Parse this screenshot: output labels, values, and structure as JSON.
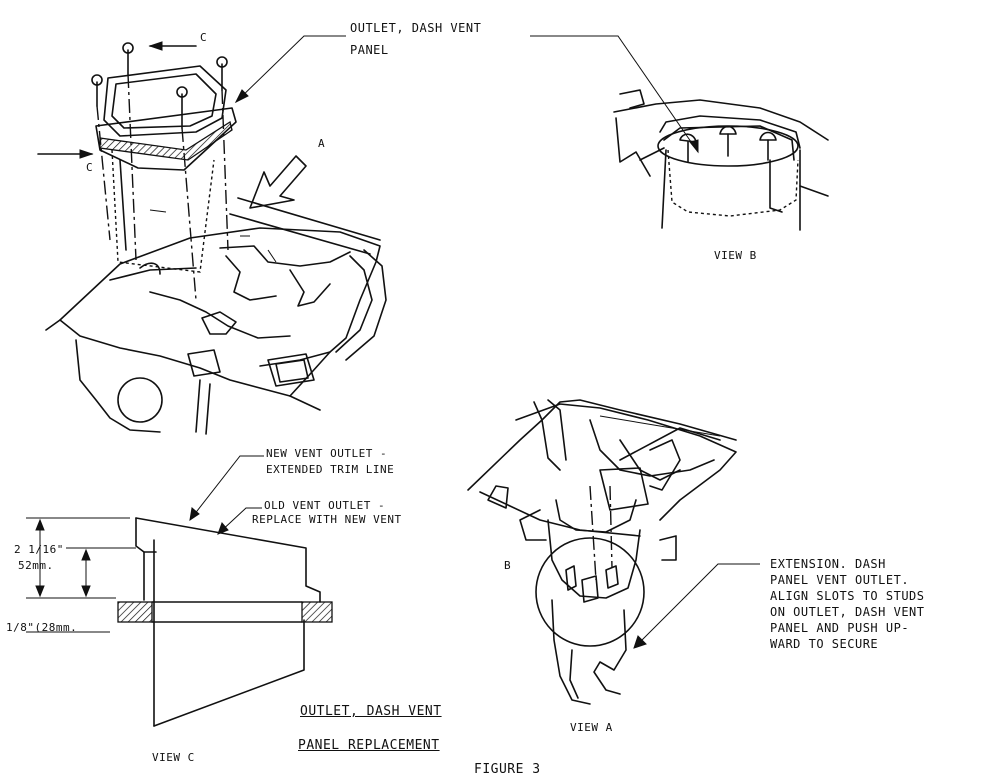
{
  "labels": {
    "outlet_panel_line1": "OUTLET, DASH VENT",
    "outlet_panel_line2": "PANEL",
    "callout_c_top": "C",
    "callout_c_left": "C",
    "callout_a": "A",
    "callout_b": "B",
    "view_b": "VIEW B",
    "view_a": "VIEW A",
    "view_c": "VIEW C",
    "new_vent_line1": "NEW VENT OUTLET -",
    "new_vent_line2": "EXTENDED TRIM LINE",
    "old_vent_line1": "OLD VENT OUTLET -",
    "old_vent_line2": "REPLACE WITH NEW VENT",
    "dim_height_line1": "2 1/16\"",
    "dim_height_line2": "52mm.",
    "dim_lower": "1/8\"(28mm.",
    "extension_note": "EXTENSION. DASH\nPANEL VENT OUTLET.\nALIGN SLOTS TO STUDS\nON OUTLET, DASH VENT\nPANEL AND PUSH UP-\nWARD TO SECURE",
    "caption_line1": "OUTLET, DASH VENT",
    "caption_line2": "PANEL REPLACEMENT",
    "figure": "FIGURE 3"
  }
}
